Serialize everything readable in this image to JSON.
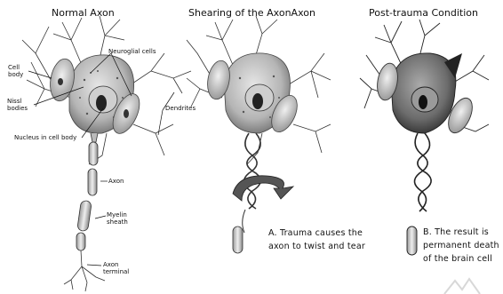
{
  "headers": {
    "normal": "Normal Axon",
    "shearing": "Shearing of the AxonAxon",
    "post": "Post-trauma Condition"
  },
  "labels": {
    "cell_body": "Cell\nbody",
    "neuroglial": "Neuroglial cells",
    "nissl": "Nissl\nbodies",
    "nucleus": "Nucleus in cell body",
    "dendrites": "Dendrites",
    "axon": "Axon",
    "myelin": "Myelin\nsheath",
    "terminal": "Axon\nterminal"
  },
  "captions": {
    "a_line1": "A. Trauma causes the",
    "a_line2": "axon to twist and tear",
    "b_line1": "B. The result is",
    "b_line2": "permanent death",
    "b_line3": "of the brain cell"
  },
  "colors": {
    "cell_fill": "#c9c9c9",
    "cell_dark": "#5a5a5a",
    "post_cell": "#7a7a7a",
    "line": "#333333"
  }
}
